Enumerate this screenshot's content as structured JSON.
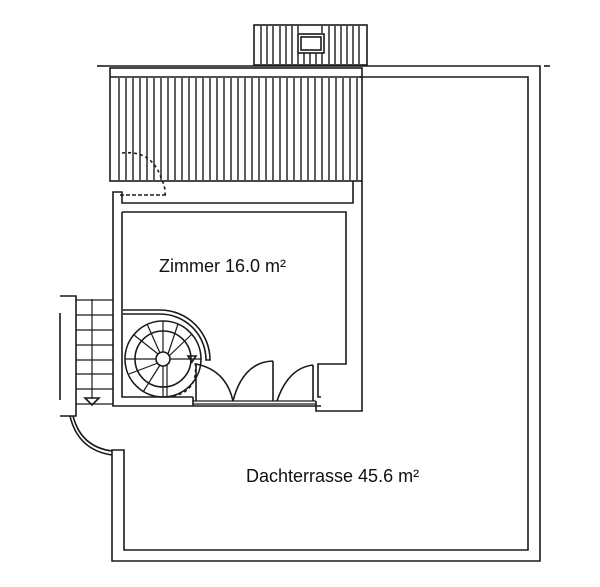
{
  "plan": {
    "type": "floor-plan",
    "line_color": "#1a1a1a",
    "background": "#ffffff"
  },
  "rooms": [
    {
      "id": "zimmer",
      "name": "Zimmer",
      "area": "16.0 m²",
      "label": "Zimmer 16.0 m²"
    },
    {
      "id": "dachterrasse",
      "name": "Dachterrasse",
      "area": "45.6 m²",
      "label": "Dachterrasse 45.6 m²"
    }
  ],
  "features": {
    "roof_hatched_area": "hatched-roof",
    "skylight": "skylight-window",
    "spiral_staircase": "spiral-stair",
    "straight_staircase": "straight-stair",
    "doors": 4
  }
}
